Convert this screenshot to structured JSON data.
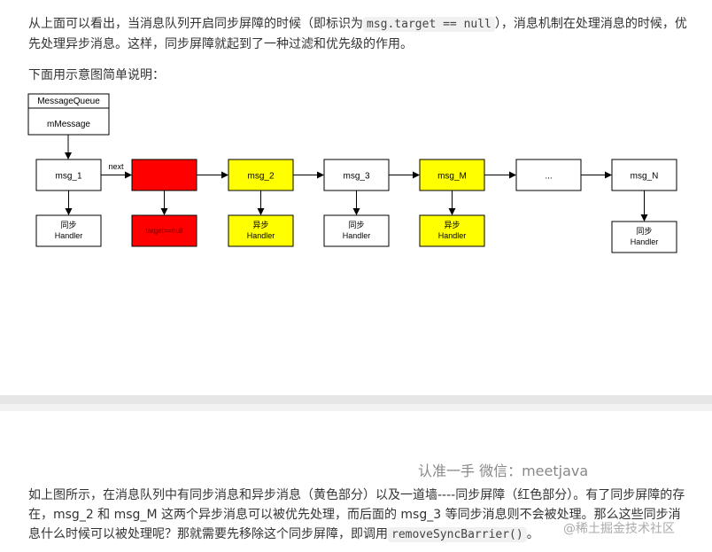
{
  "intro": {
    "part1": "从上面可以看出，当消息队列开启同步屏障的时候（即标识为",
    "code": "msg.target == null",
    "part2": "），消息机制在处理消息的时候，优先处理异步消息。这样，同步屏障就起到了一种过滤和优先级的作用。"
  },
  "diagram_caption": "下面用示意图简单说明：",
  "diagram": {
    "queue_title": "MessageQueue",
    "queue_field": "mMessage",
    "next_label": "next",
    "nodes": [
      "msg_1",
      "",
      "msg_2",
      "msg_3",
      "msg_M",
      "...",
      "msg_N"
    ],
    "handlers": [
      "同步\nHandler",
      "target==null",
      "异步\nHandler",
      "同步\nHandler",
      "异步\nHandler",
      "",
      "同步\nHandler"
    ],
    "colors": {
      "barrier": "#ff0000",
      "async": "#ffff00",
      "sync": "#ffffff"
    }
  },
  "watermark": "认准一手  微信：meetjava",
  "conclusion": {
    "part1": "如上图所示，在消息队列中有同步消息和异步消息（黄色部分）以及一道墙----同步屏障（红色部分）。有了同步屏障的存在，msg_2 和 msg_M 这两个异步消息可以被优先处理，而后面的 msg_3 等同步消息则不会被处理。那么这些同步消息什么时候可以被处理呢？那就需要先移除这个同步屏障，即调用",
    "code": "removeSyncBarrier()",
    "part2": "。"
  },
  "juejin_mark": "@稀土掘金技术社区"
}
